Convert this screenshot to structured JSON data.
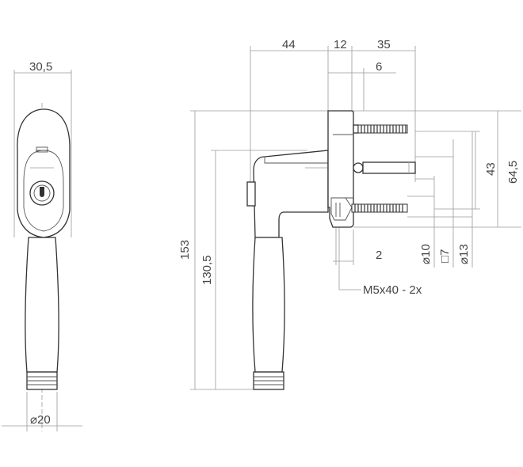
{
  "front_view": {
    "width_label": "30,5",
    "diameter_label": "⌀20"
  },
  "side_view": {
    "dim_44": "44",
    "dim_12": "12",
    "dim_35": "35",
    "dim_6": "6",
    "dim_153": "153",
    "dim_130_5": "130,5",
    "dim_43": "43",
    "dim_64_5": "64,5",
    "dim_2": "2",
    "dim_d10": "⌀10",
    "dim_sq7": "□7",
    "dim_d13": "⌀13",
    "screw_label": "M5x40 - 2x"
  },
  "colors": {
    "outline": "#333333",
    "dimension_line": "#9a9a9a",
    "text": "#444444"
  }
}
